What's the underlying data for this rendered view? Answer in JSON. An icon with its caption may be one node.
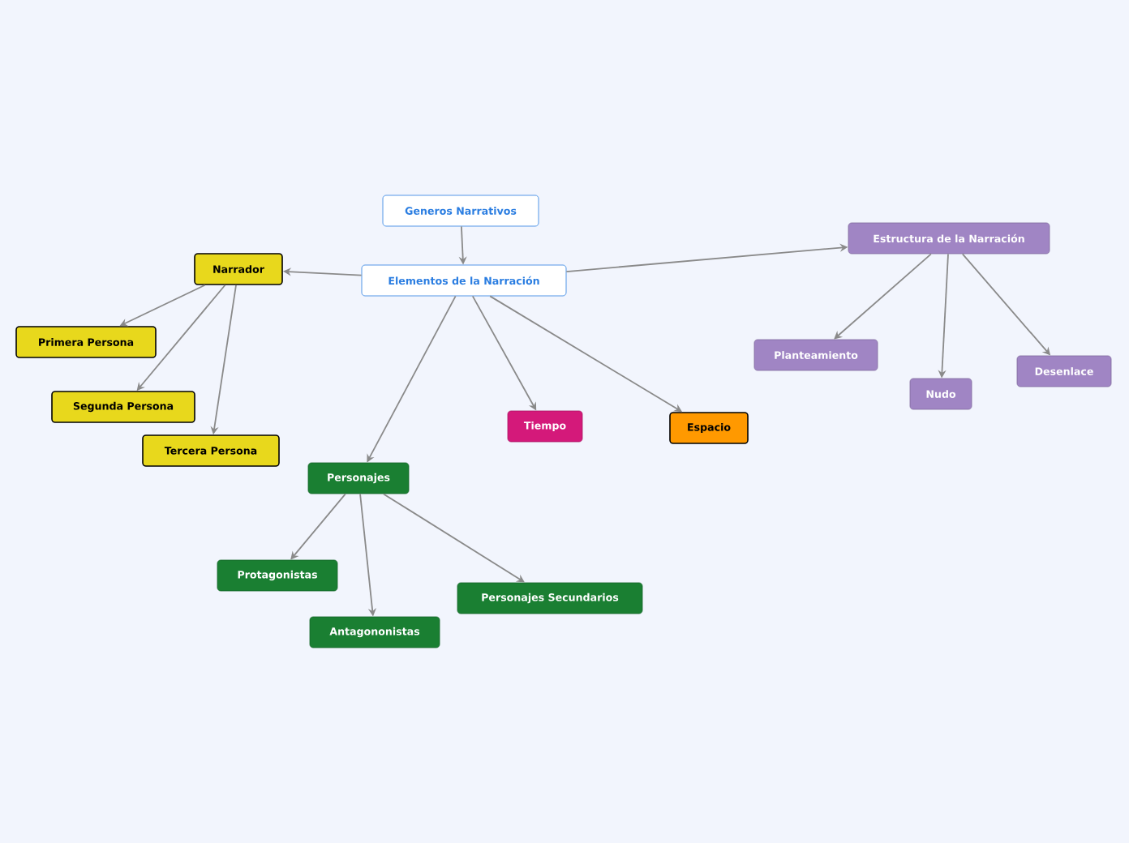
{
  "diagram": {
    "nodes": [
      {
        "text": [
          "Generos Narrativos"
        ]
      },
      {
        "text": [
          "Elementos de la Narración"
        ]
      },
      {
        "text": [
          "Narrador"
        ]
      },
      {
        "text": [
          "Primera Persona"
        ]
      },
      {
        "text": [
          "Segunda Persona"
        ]
      },
      {
        "text": [
          "Tercera Persona"
        ]
      },
      {
        "text": [
          "Personajes"
        ]
      },
      {
        "text": [
          "Protagonistas"
        ]
      },
      {
        "text": [
          "Antagononistas"
        ]
      },
      {
        "text": [
          "Personajes Secundarios"
        ]
      },
      {
        "text": [
          "Tiempo"
        ]
      },
      {
        "text": [
          "Espacio"
        ]
      },
      {
        "text": [
          "Estructura de la Narración"
        ]
      },
      {
        "text": [
          "Planteamiento"
        ]
      },
      {
        "text": [
          "Nudo"
        ]
      },
      {
        "text": [
          "Desenlace"
        ]
      }
    ],
    "edges": [
      {
        "from": 0,
        "to": 1,
        "arrow": "to"
      },
      {
        "from": 1,
        "to": 2,
        "arrow": "to"
      },
      {
        "from": 2,
        "to": 3,
        "arrow": "to"
      },
      {
        "from": 2,
        "to": 4,
        "arrow": "to"
      },
      {
        "from": 2,
        "to": 5,
        "arrow": "to"
      },
      {
        "from": 1,
        "to": 6,
        "arrow": "to"
      },
      {
        "from": 6,
        "to": 7,
        "arrow": "to"
      },
      {
        "from": 6,
        "to": 8,
        "arrow": "to"
      },
      {
        "from": 6,
        "to": 9,
        "arrow": "to"
      },
      {
        "from": 1,
        "to": 10,
        "arrow": "to"
      },
      {
        "from": 1,
        "to": 11,
        "arrow": "to"
      },
      {
        "from": 1,
        "to": 12,
        "arrow": "to"
      },
      {
        "from": 12,
        "to": 13,
        "arrow": "to"
      },
      {
        "from": 12,
        "to": 14,
        "arrow": "to"
      },
      {
        "from": 12,
        "to": 15,
        "arrow": "to"
      }
    ]
  }
}
